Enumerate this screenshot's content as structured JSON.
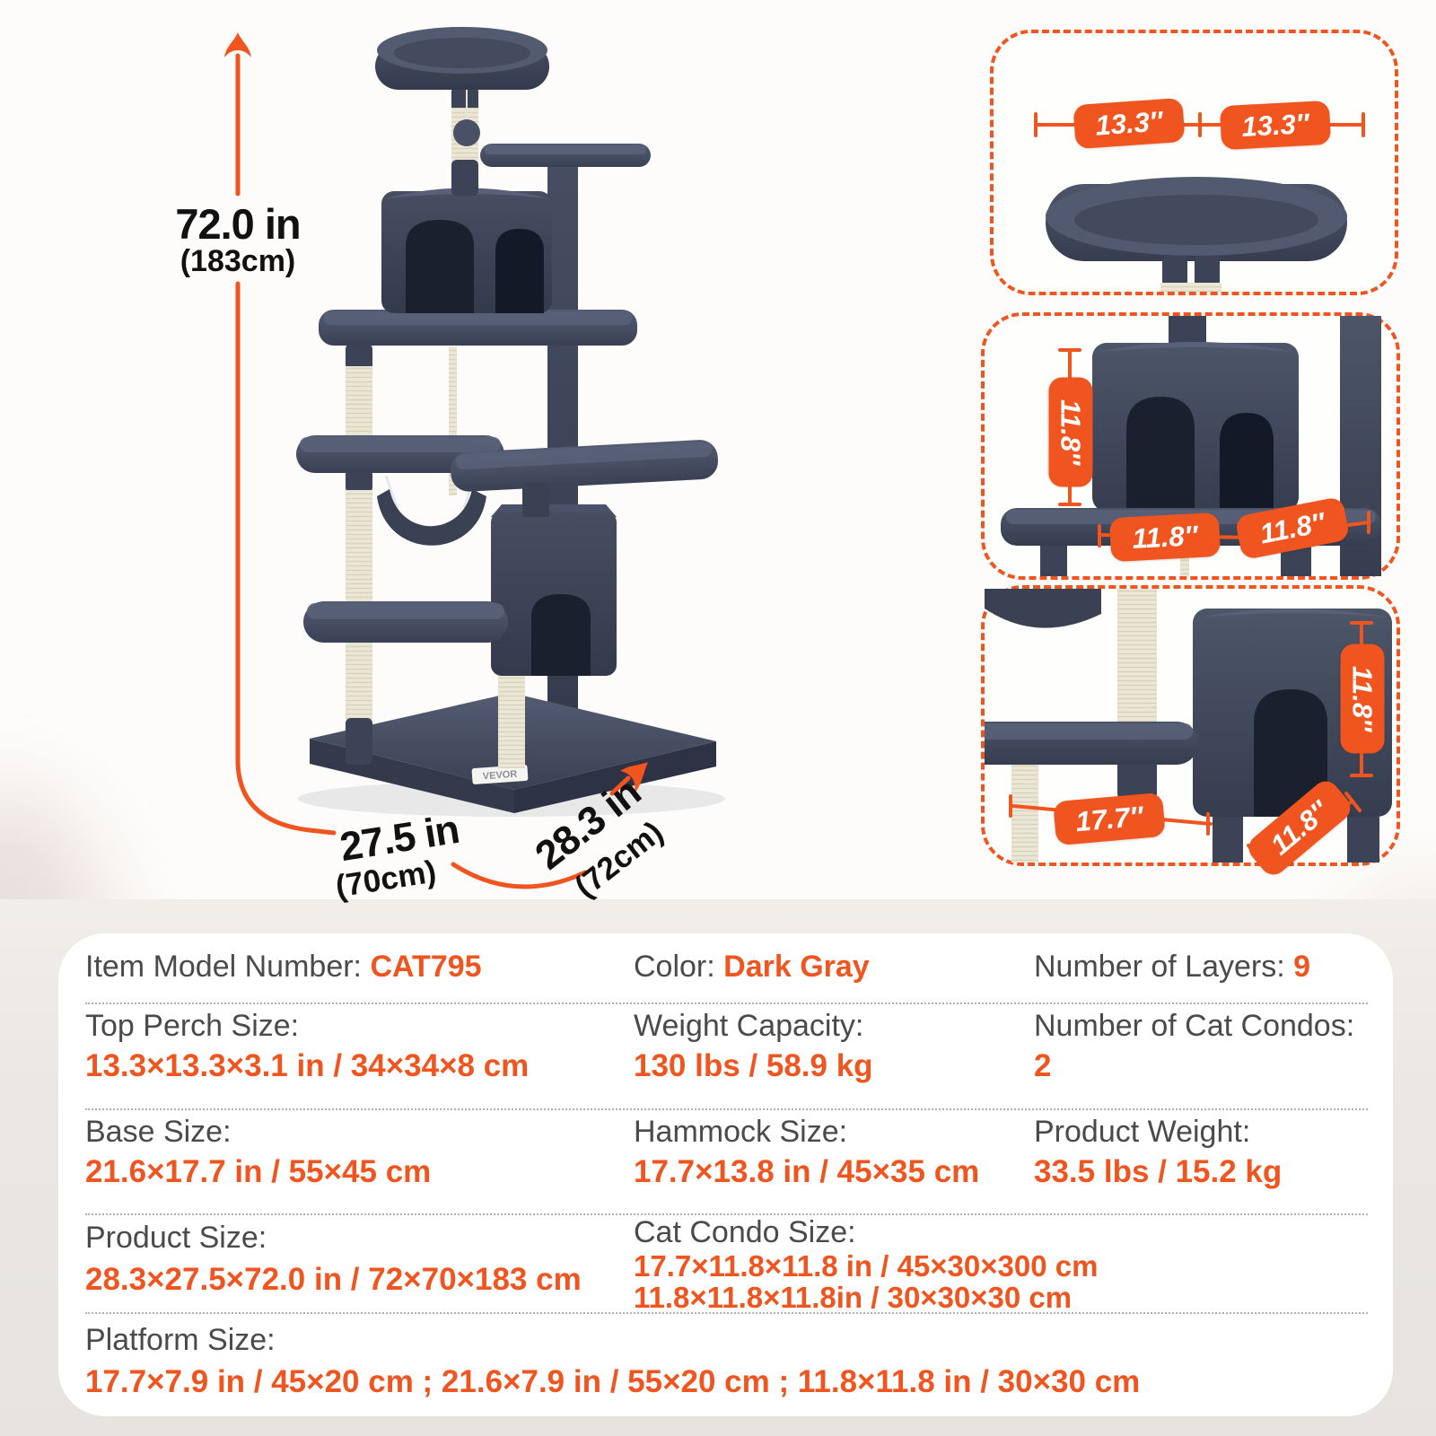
{
  "colors": {
    "accent": "#F1551F",
    "plush_dark_gray": "#3F4659",
    "sisal_cream": "#ECE6D6",
    "label_text": "#4A4A4A",
    "card_background": "#FFFFFF"
  },
  "hero": {
    "height_value": "72.0 in",
    "height_metric": "(183cm)",
    "depth_value": "27.5 in",
    "depth_metric": "(70cm)",
    "width_value": "28.3 in",
    "width_metric": "(72cm)",
    "brand_tag": "VEVOR"
  },
  "panels": {
    "top_perch": {
      "dim_left": "13.3″",
      "dim_right": "13.3″"
    },
    "upper_condo": {
      "dim_height": "11.8″",
      "dim_width_left": "11.8″",
      "dim_width_right": "11.8″"
    },
    "lower_condo": {
      "dim_height": "11.8″",
      "dim_width": "17.7″",
      "dim_depth": "11.8″"
    }
  },
  "specs": {
    "row1": [
      {
        "label": "Item Model Number: ",
        "value": "CAT795"
      },
      {
        "label": "Color: ",
        "value": "Dark Gray"
      },
      {
        "label": "Number of Layers: ",
        "value": "9"
      }
    ],
    "row2": [
      {
        "label": "Top Perch Size:",
        "value": "13.3×13.3×3.1 in / 34×34×8 cm"
      },
      {
        "label": "Weight Capacity:",
        "value": "130 lbs / 58.9 kg"
      },
      {
        "label": "Number of Cat Condos:",
        "value": "2"
      }
    ],
    "row3": [
      {
        "label": "Base Size:",
        "value": "21.6×17.7 in / 55×45 cm"
      },
      {
        "label": "Hammock Size:",
        "value": "17.7×13.8 in / 45×35 cm"
      },
      {
        "label": "Product Weight:",
        "value": "33.5 lbs / 15.2 kg"
      }
    ],
    "row4": {
      "left": {
        "label": "Product Size:",
        "value": "28.3×27.5×72.0 in / 72×70×183 cm"
      },
      "right": {
        "label": "Cat Condo Size:",
        "line1": "17.7×11.8×11.8 in / 45×30×300 cm",
        "line2": "11.8×11.8×11.8in / 30×30×30 cm"
      }
    },
    "row5": {
      "label": "Platform Size:",
      "value": "17.7×7.9 in / 45×20 cm ; 21.6×7.9 in / 55×20 cm ; 11.8×11.8 in / 30×30 cm"
    }
  }
}
